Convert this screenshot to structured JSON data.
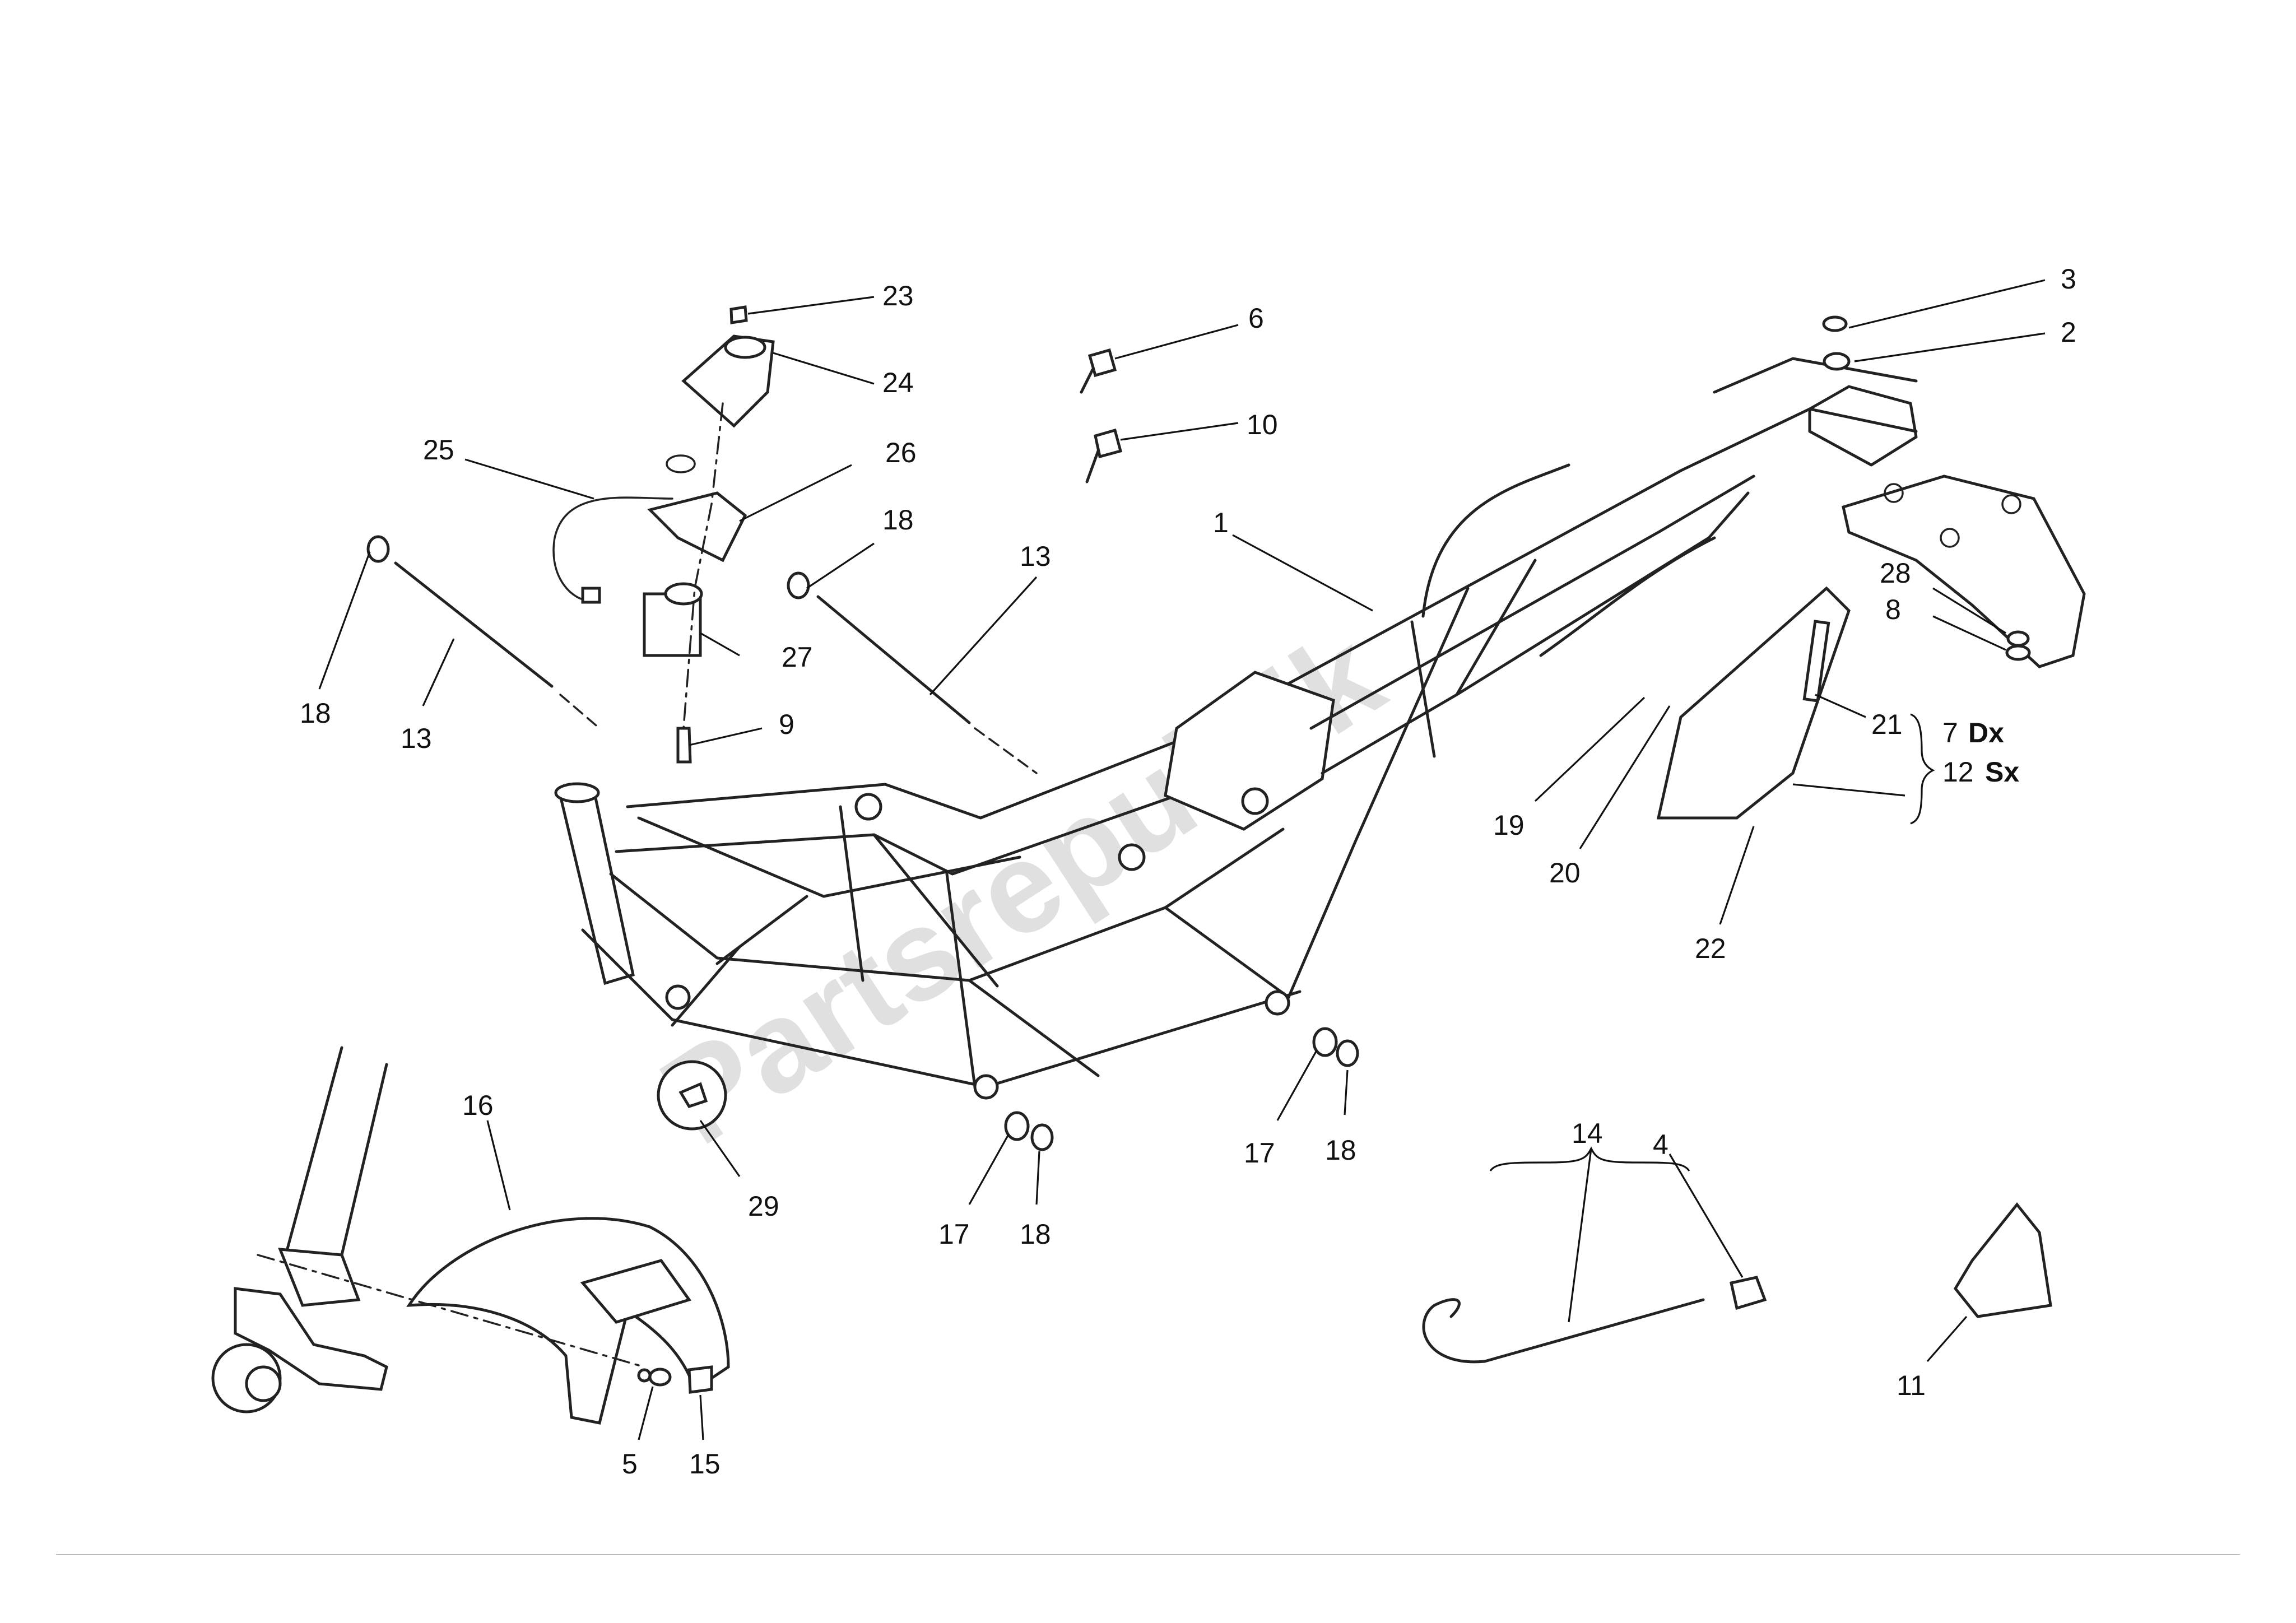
{
  "watermark": "Partsrepublik",
  "callouts": {
    "c1": "1",
    "c2": "2",
    "c3": "3",
    "c4": "4",
    "c5": "5",
    "c6": "6",
    "c7": "7",
    "c8": "8",
    "c9": "9",
    "c10": "10",
    "c11": "11",
    "c12": "12",
    "c13a": "13",
    "c13b": "13",
    "c14": "14",
    "c15": "15",
    "c16": "16",
    "c17a": "17",
    "c17b": "17",
    "c18a": "18",
    "c18b": "18",
    "c18c": "18",
    "c18d": "18",
    "c19": "19",
    "c20": "20",
    "c21": "21",
    "c22": "22",
    "c23": "23",
    "c24": "24",
    "c25": "25",
    "c26": "26",
    "c27": "27",
    "c28": "28",
    "c29": "29"
  },
  "variants": {
    "dx": "Dx",
    "sx": "Sx"
  }
}
